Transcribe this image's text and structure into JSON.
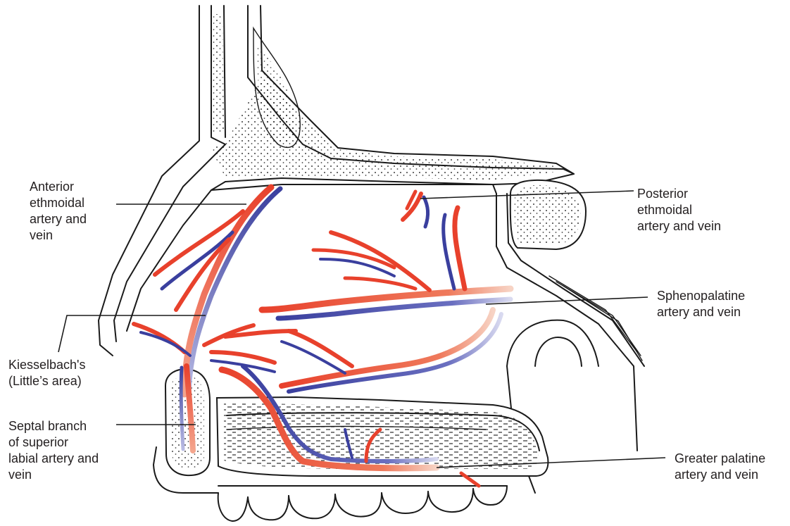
{
  "colors": {
    "artery": "#e8412c",
    "vein": "#3a3f9e",
    "line": "#1a1a1a"
  },
  "labels": {
    "anterior_ethmoidal": "Anterior\nethmoidal\nartery and\nvein",
    "posterior_ethmoidal": "Posterior\nethmoidal\nartery and vein",
    "sphenopalatine": "Sphenopalatine\nartery and vein",
    "kiesselbach": "Kiesselbach's\n(Little’s area)",
    "septal_branch": "Septal branch\nof superior\nlabial artery and\nvein",
    "greater_palatine": "Greater palatine\nartery and vein"
  }
}
